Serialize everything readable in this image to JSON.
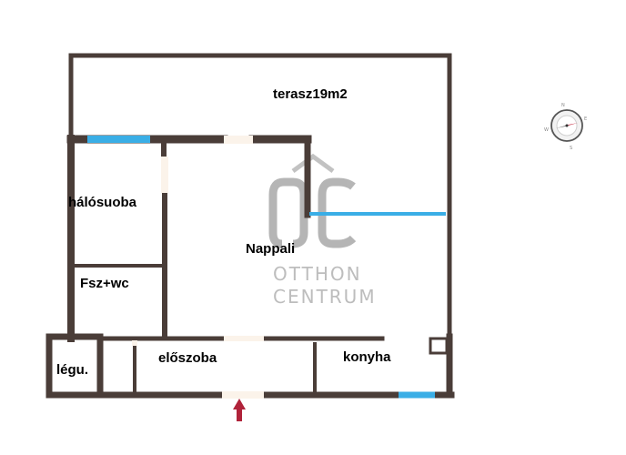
{
  "rooms": {
    "terasz": "terasz19m2",
    "halosuoba": "hálósuoba",
    "nappali": "Nappali",
    "fsz_wc": "Fsz+wc",
    "legu": "légu.",
    "eloszoba": "előszoba",
    "konyha": "konyha"
  },
  "watermark": {
    "monogram": "OC",
    "line1": "OTTHON",
    "line2": "CENTRUM"
  },
  "compass": {
    "n": "N",
    "e": "E",
    "s": "S",
    "w": "W",
    "icon": "compass-icon"
  },
  "entrance": {
    "icon": "entrance-arrow-icon"
  },
  "colors": {
    "wall": "#4a3d38",
    "window": "#3aaee6",
    "door_gap": "#fbf3ea",
    "watermark": "#9a9a9a",
    "entrance_arrow": "#b0233a",
    "label": "#000000"
  }
}
